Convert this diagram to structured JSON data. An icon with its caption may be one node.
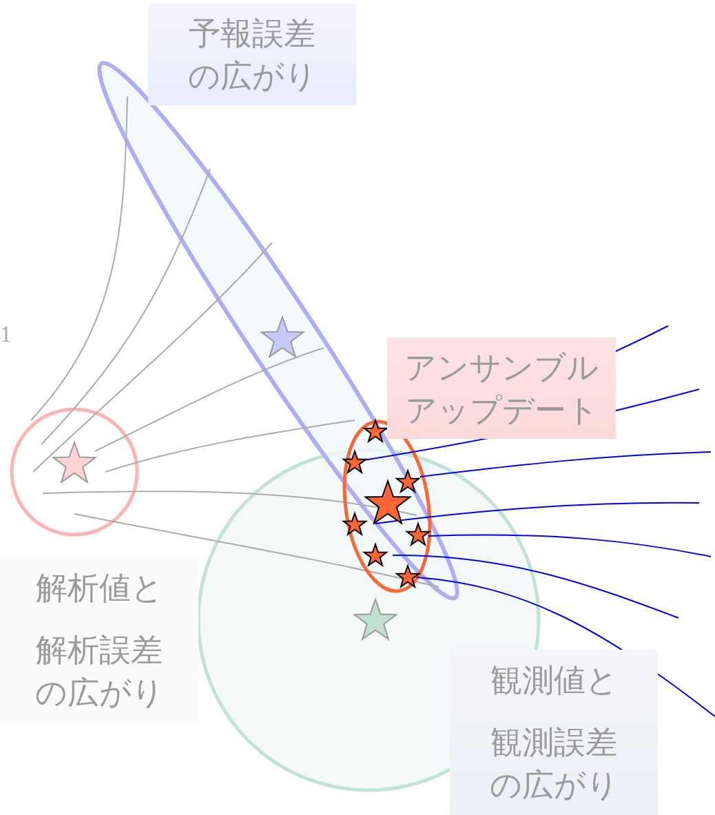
{
  "diagram": {
    "nodes": [
      {
        "text": [
          "予報誤差の広がり"
        ]
      },
      {
        "text": [
          "アンサンブルアップデート"
        ]
      },
      {
        "text": [
          "解析値と",
          "解析誤差の広がり"
        ]
      },
      {
        "text": [
          "観測値と",
          "観測誤差の広がり"
        ]
      }
    ],
    "labels": [
      "1"
    ]
  }
}
